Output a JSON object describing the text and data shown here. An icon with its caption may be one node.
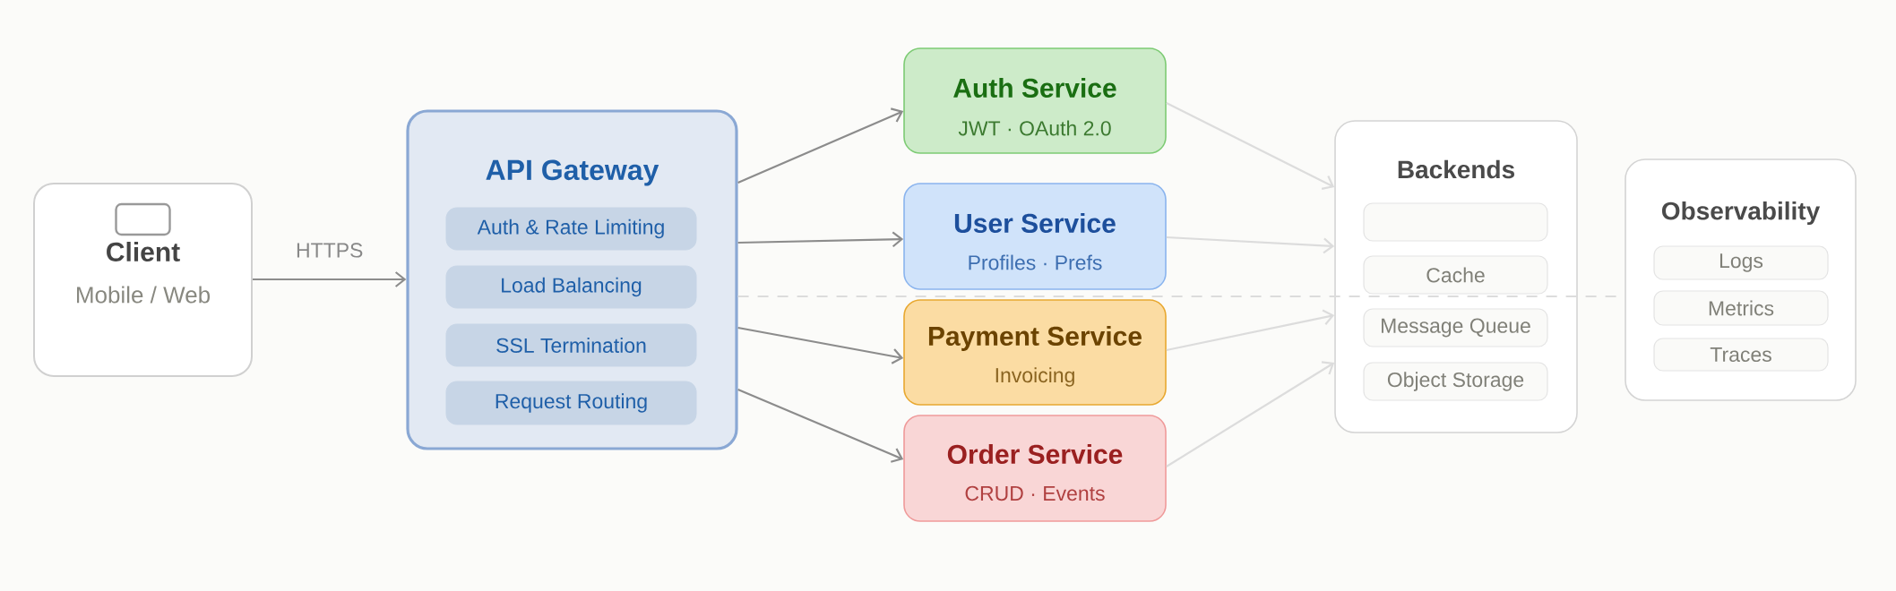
{
  "diagram": {
    "nodes": [
      {
        "text": [
          "Client",
          "Mobile / Web"
        ]
      },
      {
        "text": [
          "API Gateway"
        ]
      },
      {
        "text": [
          "Auth & Rate Limiting"
        ],
        "in": 1
      },
      {
        "text": [
          "Load Balancing"
        ],
        "in": 1
      },
      {
        "text": [
          "SSL Termination"
        ],
        "in": 1
      },
      {
        "text": [
          "Request Routing"
        ],
        "in": 1
      },
      {
        "text": [
          "Auth Service",
          "JWT · OAuth 2.0"
        ]
      },
      {
        "text": [
          "User Service",
          "Profiles · Prefs"
        ]
      },
      {
        "text": [
          "Payment Service",
          "Invoicing"
        ]
      },
      {
        "text": [
          "Order Service",
          "CRUD · Events"
        ]
      },
      {
        "text": [
          "Backends"
        ]
      },
      {
        "text": [],
        "shape": "box",
        "in": 10
      },
      {
        "text": [
          "Cache"
        ],
        "in": 10
      },
      {
        "text": [
          "Message Queue"
        ],
        "in": 10
      },
      {
        "text": [
          "Object Storage"
        ],
        "in": 10
      },
      {
        "text": [
          "Observability"
        ]
      },
      {
        "text": [
          "Logs"
        ],
        "in": 15
      },
      {
        "text": [
          "Metrics"
        ],
        "in": 15
      },
      {
        "text": [
          "Traces"
        ],
        "in": 15
      }
    ],
    "edges": [
      {
        "from": 0,
        "to": 1,
        "arrow": "to",
        "label": "HTTPS"
      },
      {
        "from": 1,
        "to": 6,
        "arrow": "to"
      },
      {
        "from": 1,
        "to": 7,
        "arrow": "to"
      },
      {
        "from": 1,
        "to": 8,
        "arrow": "to"
      },
      {
        "from": 1,
        "to": 9,
        "arrow": "to"
      },
      {
        "from": 6,
        "to": 10,
        "arrow": "to",
        "color": "#dcdcdc"
      },
      {
        "from": 7,
        "to": 10,
        "arrow": "to",
        "color": "#dcdcdc"
      },
      {
        "from": 8,
        "to": 10,
        "arrow": "to",
        "color": "#dcdcdc"
      },
      {
        "from": 9,
        "to": 10,
        "arrow": "to",
        "color": "#dcdcdc"
      },
      {
        "from": 1,
        "to": 15,
        "arrow": "none",
        "style": "dashed",
        "color": "#dcdcdc"
      }
    ]
  }
}
